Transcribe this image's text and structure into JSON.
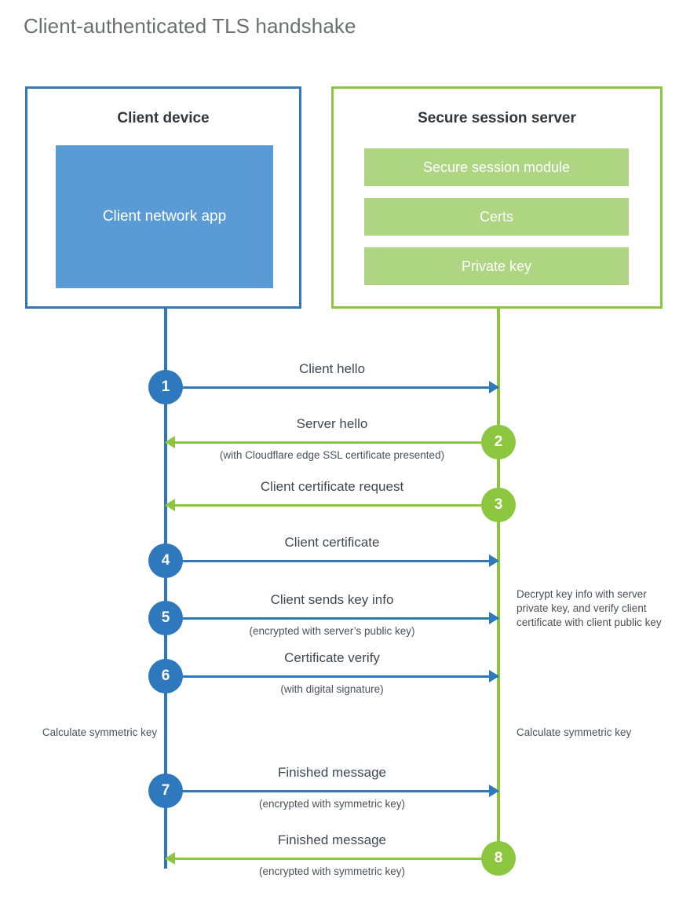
{
  "title": "Client-authenticated TLS handshake",
  "colors": {
    "client_blue": "#2E78BD",
    "client_app_fill": "#5B9BD5",
    "server_green": "#8CC63E",
    "server_bar_fill": "#AED581",
    "title_gray": "#6B6F72",
    "text_gray": "#3D4852"
  },
  "actors": {
    "client": {
      "title": "Client device",
      "app_label": "Client network app"
    },
    "server": {
      "title": "Secure session server",
      "bars": [
        {
          "label": "Secure session module"
        },
        {
          "label": "Certs"
        },
        {
          "label": "Private key"
        }
      ]
    }
  },
  "steps": [
    {
      "number": "1",
      "label": "Client hello",
      "sub": "",
      "direction": "client-to-server",
      "color": "blue"
    },
    {
      "number": "2",
      "label": "Server hello",
      "sub": "(with Cloudflare edge SSL certificate presented)",
      "direction": "server-to-client",
      "color": "green"
    },
    {
      "number": "3",
      "label": "Client certificate request",
      "sub": "",
      "direction": "server-to-client",
      "color": "green"
    },
    {
      "number": "4",
      "label": "Client certificate",
      "sub": "",
      "direction": "client-to-server",
      "color": "blue"
    },
    {
      "number": "5",
      "label": "Client sends key info",
      "sub": "(encrypted with server’s public key)",
      "direction": "client-to-server",
      "color": "blue"
    },
    {
      "number": "6",
      "label": "Certificate verify",
      "sub": "(with digital signature)",
      "direction": "client-to-server",
      "color": "blue"
    },
    {
      "number": "7",
      "label": "Finished message",
      "sub": "(encrypted with symmetric key)",
      "direction": "client-to-server",
      "color": "blue"
    },
    {
      "number": "8",
      "label": "Finished message",
      "sub": "(encrypted with symmetric key)",
      "direction": "server-to-client",
      "color": "green"
    }
  ],
  "notes": {
    "decrypt": "Decrypt key info with server private key, and verify client certificate with client public key",
    "calculate_client": "Calculate symmetric key",
    "calculate_server": "Calculate symmetric key"
  }
}
